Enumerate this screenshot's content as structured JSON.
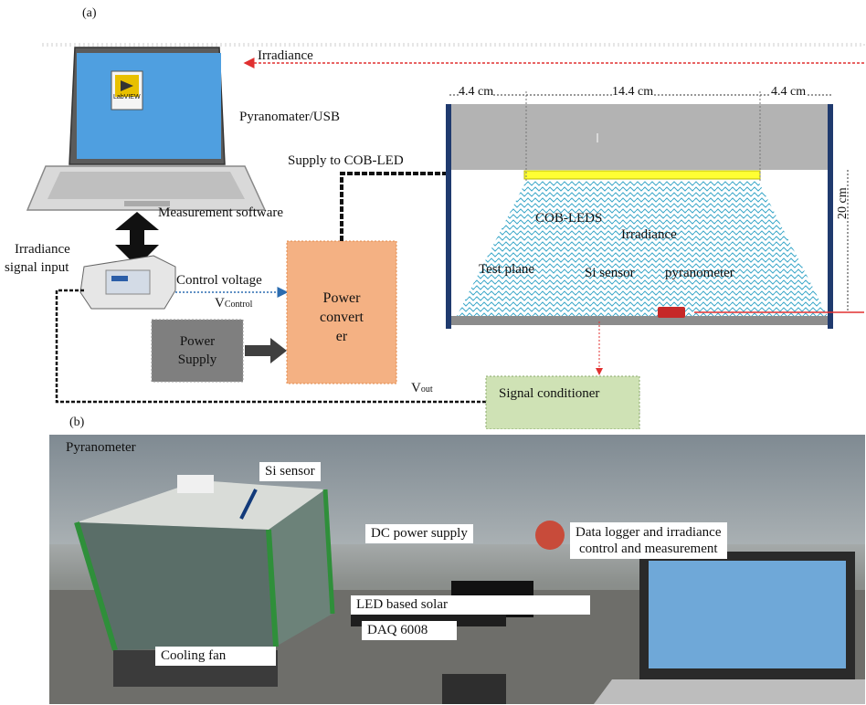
{
  "panel_a_label": "(a)",
  "panel_b_label": "(b)",
  "diagram": {
    "irradiance_top": "Irradiance",
    "pyranometer_usb": "Pyranomater/USB",
    "supply_to_cob": "Supply to COB-LED",
    "measurement_software": "Measurement software",
    "irradiance_signal_input": [
      "Irradiance",
      "signal input"
    ],
    "control_voltage": "Control voltage",
    "v_control": {
      "main": "V",
      "sub": "Control"
    },
    "v_out": {
      "main": "V",
      "sub": "out"
    },
    "power_supply": [
      "Power",
      "Supply"
    ],
    "power_converter": [
      "Power",
      "convert",
      "er"
    ],
    "signal_conditioner": "Signal conditioner",
    "dim_left": "4.4 cm",
    "dim_mid": "14.4 cm",
    "dim_right": "4.4 cm",
    "dim_height": "20 cm",
    "cob_leds": "COB-LEDS",
    "irradiance_inner": "Irradiance",
    "test_plane": "Test plane",
    "si_sensor": "Si sensor",
    "pyranometer": "pyranometer",
    "laptop_logo": "LabVIEW",
    "colors": {
      "power_converter": "#f4b183",
      "power_supply": "#7f7f7f",
      "signal_conditioner": "#cfe2b5",
      "led_strip": "#ffff33",
      "chamber_top": "#b3b3b3",
      "chamber_wall": "#1f3a6e",
      "irradiance_arrow": "#e03030",
      "light_pattern": "#3aa7c9"
    }
  },
  "photo": {
    "pyranometer": "Pyranometer",
    "si_sensor": "Si sensor",
    "dc_power_supply": "DC power supply",
    "data_logger": [
      "Data logger and irradiance",
      "control and measurement"
    ],
    "led_solar": "LED based solar",
    "daq": "DAQ 6008",
    "cooling_fan": "Cooling fan"
  }
}
